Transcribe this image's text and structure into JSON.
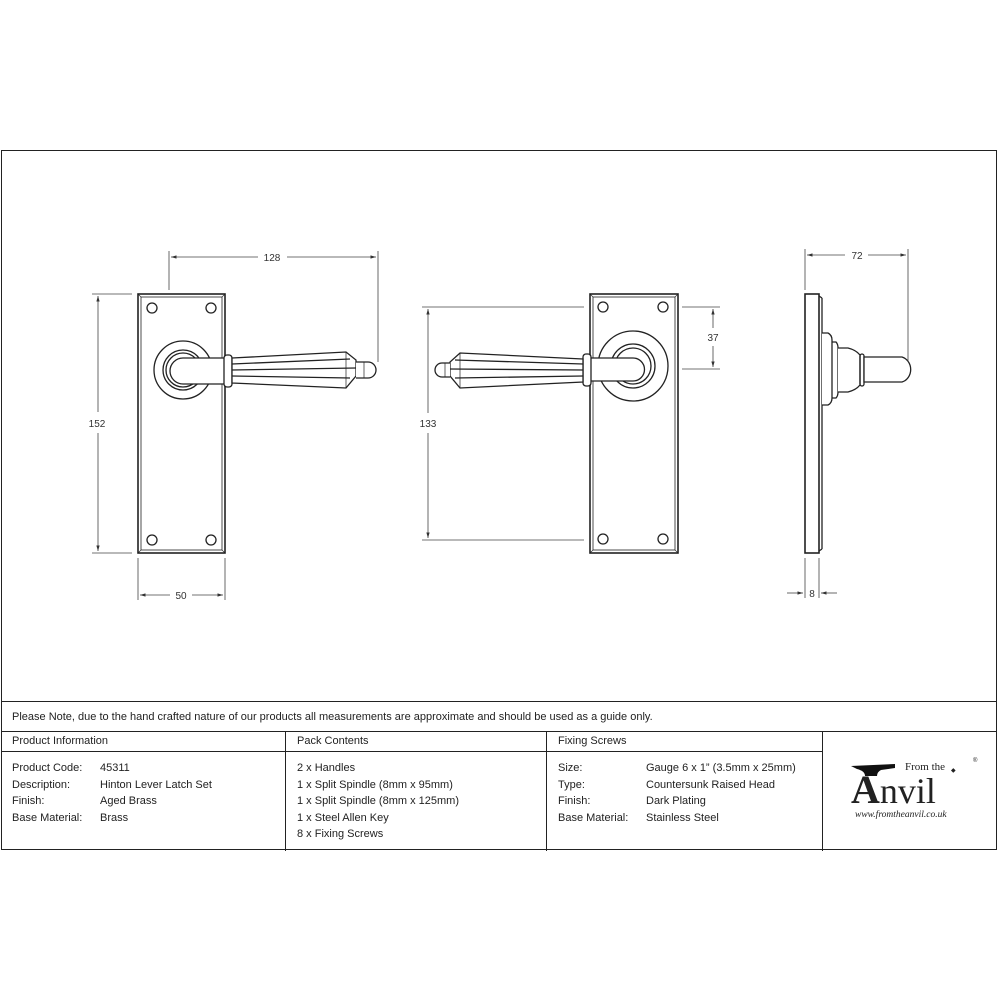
{
  "drawing": {
    "views": [
      {
        "name": "front-view-right-hand",
        "dimensions": {
          "projection": "128",
          "height": "152",
          "width": "50"
        }
      },
      {
        "name": "front-view-left-hand",
        "dimensions": {
          "spindle_to_top": "133",
          "spindle_offset": "37"
        }
      },
      {
        "name": "side-view",
        "dimensions": {
          "projection": "72",
          "plate_thickness": "8"
        }
      }
    ]
  },
  "note": "Please Note, due to the hand crafted nature of our products all measurements are approximate and should be used as a guide only.",
  "product_information": {
    "title": "Product Information",
    "rows": [
      {
        "key": "Product Code:",
        "value": "45311"
      },
      {
        "key": "Description:",
        "value": "Hinton Lever Latch Set"
      },
      {
        "key": "Finish:",
        "value": "Aged Brass"
      },
      {
        "key": "Base Material:",
        "value": "Brass"
      }
    ]
  },
  "pack_contents": {
    "title": "Pack Contents",
    "items": [
      "2 x Handles",
      "1 x Split Spindle (8mm x 95mm)",
      "1 x Split Spindle (8mm x 125mm)",
      "1 x Steel Allen Key",
      "8 x Fixing Screws"
    ]
  },
  "fixing_screws": {
    "title": "Fixing Screws",
    "rows": [
      {
        "key": "Size:",
        "value": "Gauge 6 x 1” (3.5mm x 25mm)"
      },
      {
        "key": "Type:",
        "value": "Countersunk Raised Head"
      },
      {
        "key": "Finish:",
        "value": "Dark Plating"
      },
      {
        "key": "Base Material:",
        "value": "Stainless Steel"
      }
    ]
  },
  "logo": {
    "from_the": "From the",
    "brand_initial": "A",
    "brand_rest": "nvil",
    "registered": "®",
    "url": "www.fromtheanvil.co.uk"
  }
}
